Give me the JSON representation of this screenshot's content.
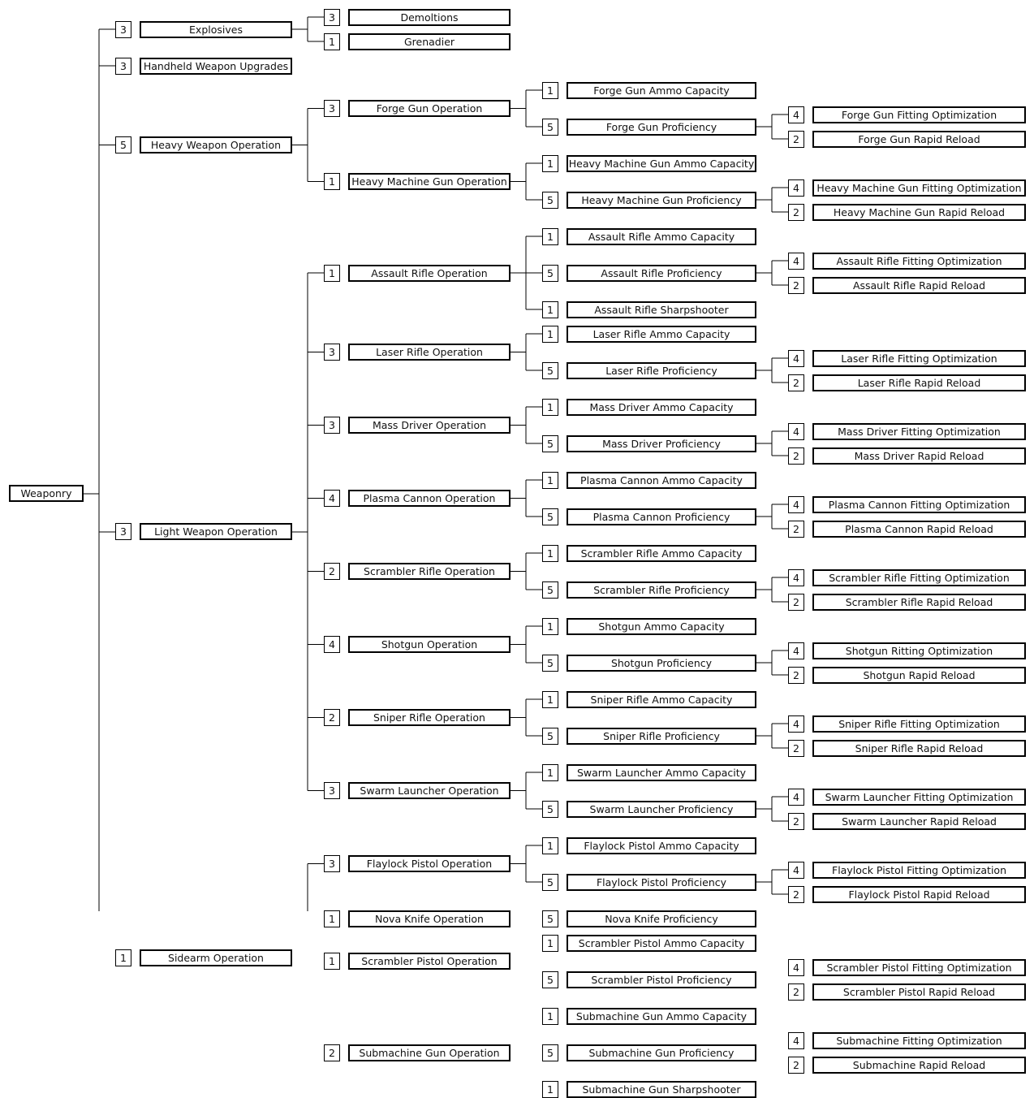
{
  "root": {
    "label": "Weaponry"
  },
  "categories": [
    {
      "name": "Explosives",
      "rank": "3",
      "skills": [
        {
          "name": "Demoltions",
          "rank": "3",
          "subs": []
        },
        {
          "name": "Grenadier",
          "rank": "1",
          "subs": []
        }
      ]
    },
    {
      "name": "Handheld Weapon Upgrades",
      "rank": "3",
      "skills": []
    },
    {
      "name": "Heavy Weapon Operation",
      "rank": "5",
      "skills": [
        {
          "name": "Forge Gun Operation",
          "rank": "3",
          "subs": [
            {
              "name": "Forge Gun Ammo Capacity",
              "rank": "1",
              "subs": []
            },
            {
              "name": "Forge Gun Proficiency",
              "rank": "5",
              "subs": [
                {
                  "name": "Forge Gun Fitting Optimization",
                  "rank": "4"
                },
                {
                  "name": "Forge Gun Rapid Reload",
                  "rank": "2"
                }
              ]
            }
          ]
        },
        {
          "name": "Heavy Machine Gun Operation",
          "rank": "1",
          "subs": [
            {
              "name": "Heavy Machine Gun Ammo Capacity",
              "rank": "1",
              "subs": []
            },
            {
              "name": "Heavy Machine Gun Proficiency",
              "rank": "5",
              "subs": [
                {
                  "name": "Heavy Machine Gun Fitting Optimization",
                  "rank": "4"
                },
                {
                  "name": "Heavy Machine Gun Rapid Reload",
                  "rank": "2"
                }
              ]
            }
          ]
        }
      ]
    },
    {
      "name": "Light Weapon Operation",
      "rank": "3",
      "skills": [
        {
          "name": "Assault Rifle Operation",
          "rank": "1",
          "subs": [
            {
              "name": "Assault Rifle Ammo Capacity",
              "rank": "1",
              "subs": []
            },
            {
              "name": "Assault Rifle Proficiency",
              "rank": "5",
              "subs": [
                {
                  "name": "Assault Rifle Fitting Optimization",
                  "rank": "4"
                },
                {
                  "name": "Assault Rifle Rapid Reload",
                  "rank": "2"
                }
              ]
            },
            {
              "name": "Assault Rifle Sharpshooter",
              "rank": "1",
              "subs": []
            }
          ]
        },
        {
          "name": "Laser Rifle Operation",
          "rank": "3",
          "subs": [
            {
              "name": "Laser Rifle Ammo Capacity",
              "rank": "1",
              "subs": []
            },
            {
              "name": "Laser Rifle Proficiency",
              "rank": "5",
              "subs": [
                {
                  "name": "Laser Rifle Fitting Optimization",
                  "rank": "4"
                },
                {
                  "name": "Laser Rifle Rapid Reload",
                  "rank": "2"
                }
              ]
            }
          ]
        },
        {
          "name": "Mass Driver Operation",
          "rank": "3",
          "subs": [
            {
              "name": "Mass Driver Ammo Capacity",
              "rank": "1",
              "subs": []
            },
            {
              "name": "Mass Driver Proficiency",
              "rank": "5",
              "subs": [
                {
                  "name": "Mass Driver Fitting Optimization",
                  "rank": "4"
                },
                {
                  "name": "Mass Driver Rapid Reload",
                  "rank": "2"
                }
              ]
            }
          ]
        },
        {
          "name": "Plasma Cannon Operation",
          "rank": "4",
          "subs": [
            {
              "name": "Plasma Cannon Ammo Capacity",
              "rank": "1",
              "subs": []
            },
            {
              "name": "Plasma Cannon Proficiency",
              "rank": "5",
              "subs": [
                {
                  "name": "Plasma Cannon Fitting Optimization",
                  "rank": "4"
                },
                {
                  "name": "Plasma Cannon Rapid Reload",
                  "rank": "2"
                }
              ]
            }
          ]
        },
        {
          "name": "Scrambler Rifle Operation",
          "rank": "2",
          "subs": [
            {
              "name": "Scrambler Rifle Ammo Capacity",
              "rank": "1",
              "subs": []
            },
            {
              "name": "Scrambler Rifle Proficiency",
              "rank": "5",
              "subs": [
                {
                  "name": "Scrambler Rifle Fitting Optimization",
                  "rank": "4"
                },
                {
                  "name": "Scrambler Rifle Rapid Reload",
                  "rank": "2"
                }
              ]
            }
          ]
        },
        {
          "name": "Shotgun Operation",
          "rank": "4",
          "subs": [
            {
              "name": "Shotgun Ammo Capacity",
              "rank": "1",
              "subs": []
            },
            {
              "name": "Shotgun Proficiency",
              "rank": "5",
              "subs": [
                {
                  "name": "Shotgun Ritting Optimization",
                  "rank": "4"
                },
                {
                  "name": "Shotgun Rapid Reload",
                  "rank": "2"
                }
              ]
            }
          ]
        },
        {
          "name": "Sniper Rifle Operation",
          "rank": "2",
          "subs": [
            {
              "name": "Sniper Rifle Ammo Capacity",
              "rank": "1",
              "subs": []
            },
            {
              "name": "Sniper Rifle Proficiency",
              "rank": "5",
              "subs": [
                {
                  "name": "Sniper Rifle Fitting Optimization",
                  "rank": "4"
                },
                {
                  "name": "Sniper Rifle Rapid Reload",
                  "rank": "2"
                }
              ]
            }
          ]
        },
        {
          "name": "Swarm Launcher Operation",
          "rank": "3",
          "subs": [
            {
              "name": "Swarm Launcher Ammo Capacity",
              "rank": "1",
              "subs": []
            },
            {
              "name": "Swarm Launcher Proficiency",
              "rank": "5",
              "subs": [
                {
                  "name": "Swarm Launcher Fitting Optimization",
                  "rank": "4"
                },
                {
                  "name": "Swarm Launcher Rapid Reload",
                  "rank": "2"
                }
              ]
            }
          ]
        }
      ]
    },
    {
      "name": "Sidearm Operation",
      "rank": "1",
      "skills": [
        {
          "name": "Flaylock Pistol Operation",
          "rank": "3",
          "subs": [
            {
              "name": "Flaylock Pistol Ammo Capacity",
              "rank": "1",
              "subs": []
            },
            {
              "name": "Flaylock Pistol Proficiency",
              "rank": "5",
              "subs": [
                {
                  "name": "Flaylock Pistol Fitting Optimization",
                  "rank": "4"
                },
                {
                  "name": "Flaylock Pistol Rapid Reload",
                  "rank": "2"
                }
              ]
            }
          ]
        },
        {
          "name": "Nova Knife Operation",
          "rank": "1",
          "subs": [
            {
              "name": "Nova Knife Proficiency",
              "rank": "5",
              "subs": []
            }
          ]
        },
        {
          "name": "Scrambler Pistol Operation",
          "rank": "1",
          "subs": [
            {
              "name": "Scrambler Pistol Ammo Capacity",
              "rank": "1",
              "subs": []
            },
            {
              "name": "Scrambler Pistol Proficiency",
              "rank": "5",
              "subs": [
                {
                  "name": "Scrambler Pistol Fitting Optimization",
                  "rank": "4"
                },
                {
                  "name": "Scrambler Pistol Rapid Reload",
                  "rank": "2"
                }
              ]
            }
          ]
        },
        {
          "name": "Submachine Gun Operation",
          "rank": "2",
          "subs": [
            {
              "name": "Submachine Gun Ammo Capacity",
              "rank": "1",
              "subs": []
            },
            {
              "name": "Submachine Gun Proficiency",
              "rank": "5",
              "subs": [
                {
                  "name": "Submachine Fitting Optimization",
                  "rank": "4"
                },
                {
                  "name": "Submachine Rapid Reload",
                  "rank": "2"
                }
              ]
            },
            {
              "name": "Submachine Gun Sharpshooter",
              "rank": "1",
              "subs": []
            }
          ]
        }
      ]
    }
  ]
}
